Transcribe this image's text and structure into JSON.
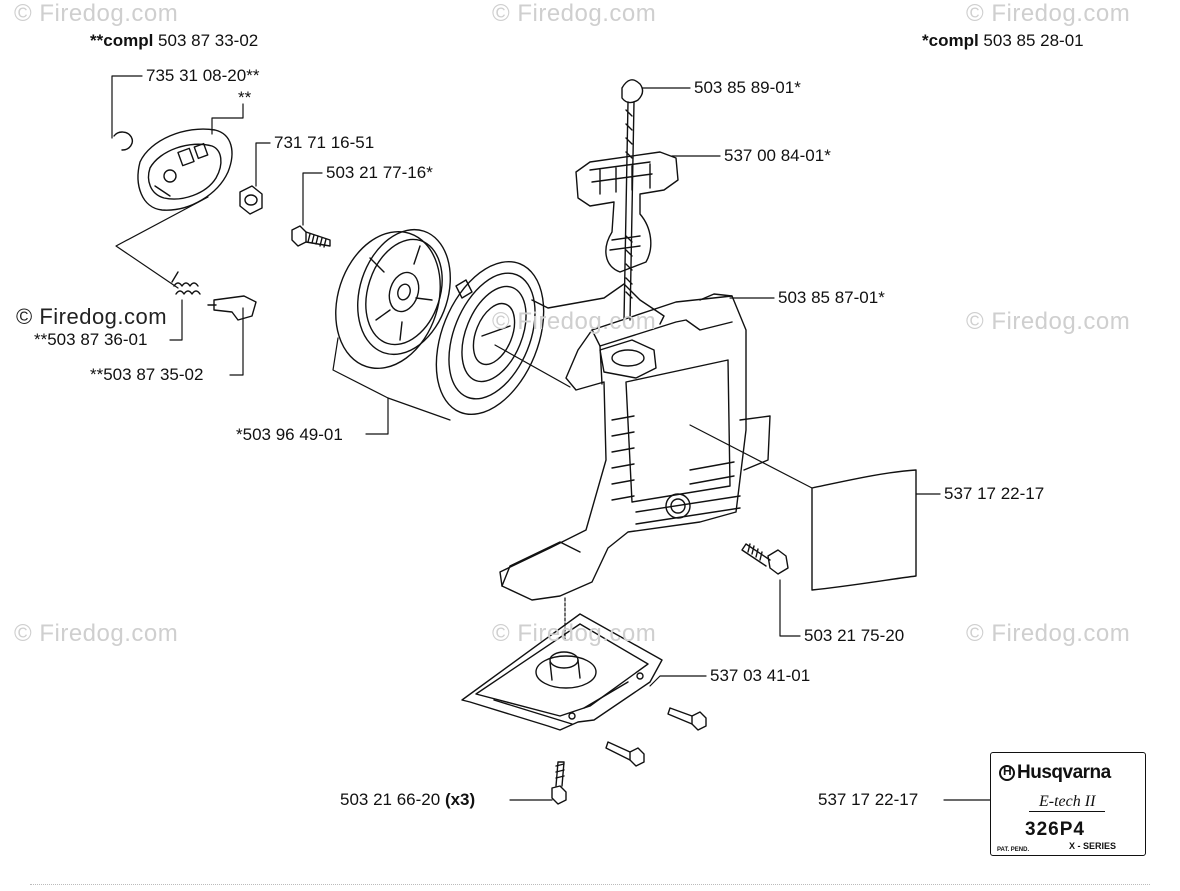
{
  "watermark": "© Firedog.com",
  "compl_prefix": "compl",
  "labels": {
    "compl_left": {
      "stars": "**",
      "part": "503 87 33-02"
    },
    "compl_right": {
      "stars": "*",
      "part": "503 85 28-01"
    },
    "p_735": "735 31 08-20**",
    "p_stars": "**",
    "p_731": "731 71 16-51",
    "p_50321_77": "503 21 77-16*",
    "p_8736": "**503 87 36-01",
    "p_8735": "**503 87 35-02",
    "p_9649": "*503 96 49-01",
    "p_8589": "503 85 89-01*",
    "p_0084": "537 00 84-01*",
    "p_8587": "503 85 87-01*",
    "p_1722a": "537 17 22-17",
    "p_7520": "503 21 75-20",
    "p_0341": "537 03 41-01",
    "p_6620": "503 21 66-20",
    "p_6620_qty": "(x3)",
    "p_1722b": "537 17 22-17"
  },
  "decal": {
    "brand": "Husqvarna",
    "series": "E-tech II",
    "model": "326P4",
    "sub": "X - SERIES",
    "patent": "PAT. PEND."
  }
}
